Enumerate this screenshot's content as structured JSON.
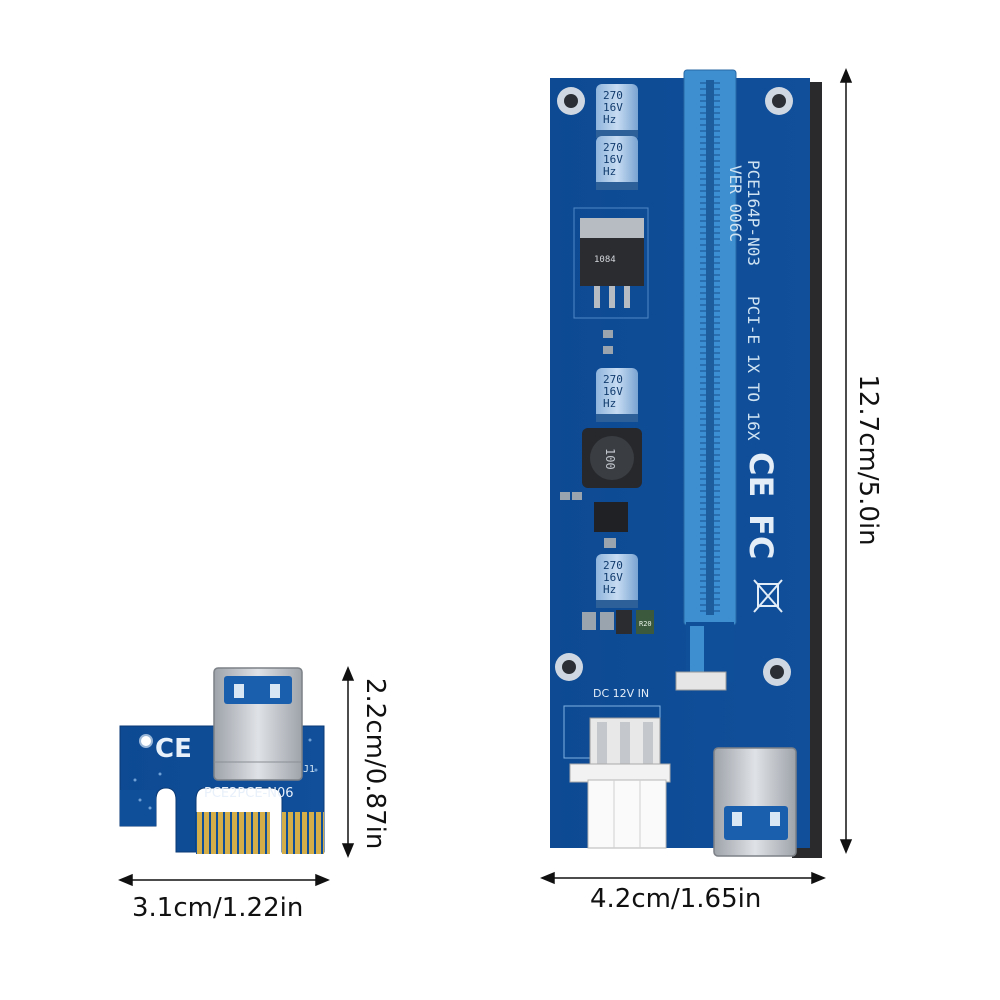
{
  "small_board": {
    "model_label": "PCE2PCE-N06",
    "ce_mark": "CE",
    "connector_ref": "J1",
    "dim_width": "3.1cm/1.22in",
    "dim_height": "2.2cm/0.87in"
  },
  "riser_board": {
    "model_label": "PCE164P-N03",
    "version_label": "VER 006C",
    "desc_label": "PCI-E 1X TO 16X",
    "ce_mark": "CE",
    "fcc_mark": "FC",
    "power_label": "DC 12V IN",
    "capacitor_values": [
      "270",
      "16V",
      "Hz"
    ],
    "regulator_text": "1084",
    "inductor_text": "100",
    "resistor_text": "R20",
    "dim_width": "4.2cm/1.65in",
    "dim_height": "12.7cm/5.0in"
  },
  "colors": {
    "pcb_blue": "#0f4f9a",
    "slot_blue": "#3d8fd0",
    "gold": "#c9a43a",
    "metal": "#b8bcc2"
  }
}
